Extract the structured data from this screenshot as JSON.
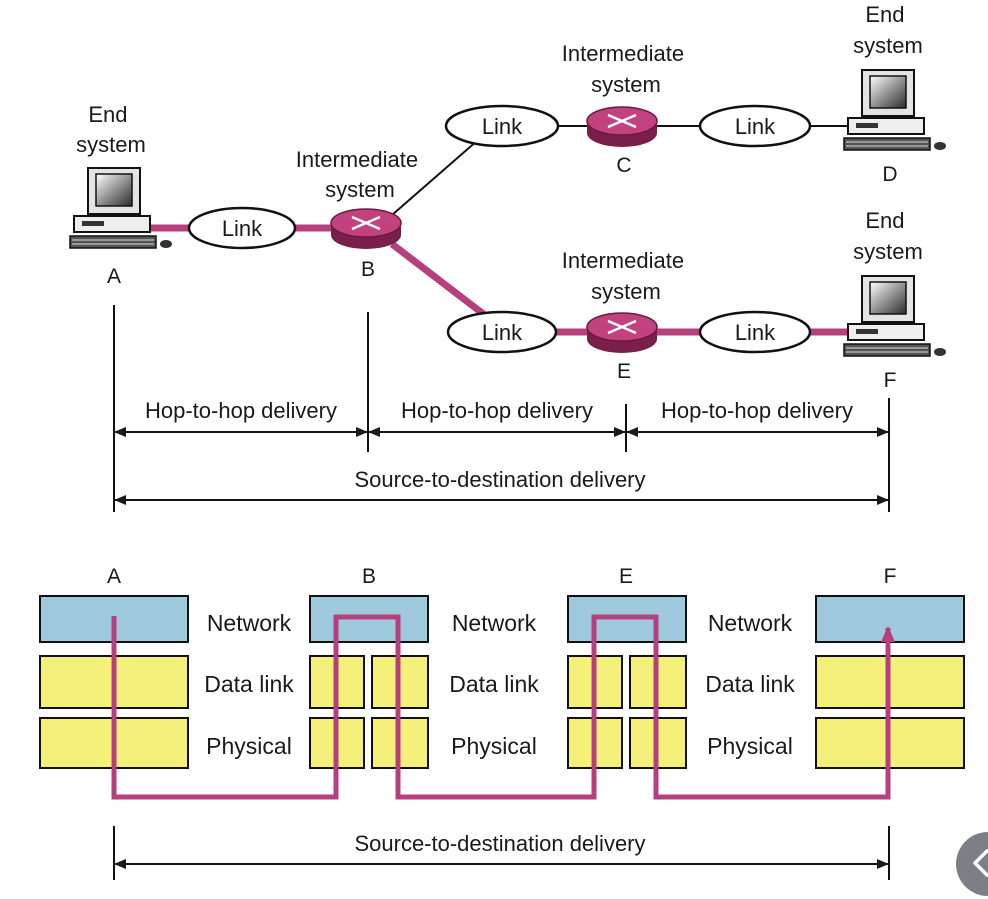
{
  "nodes": {
    "A": {
      "id": "A",
      "role": "End\nsystem"
    },
    "B": {
      "id": "B",
      "role": "Intermediate\nsystem"
    },
    "C": {
      "id": "C",
      "role": "Intermediate\nsystem"
    },
    "D": {
      "id": "D",
      "role": "End\nsystem"
    },
    "E": {
      "id": "E",
      "role": "Intermediate\nsystem"
    },
    "F": {
      "id": "F",
      "role": "End\nsystem"
    }
  },
  "link_label": "Link",
  "hops": [
    "Hop-to-hop delivery",
    "Hop-to-hop delivery",
    "Hop-to-hop delivery"
  ],
  "source_to_destination": "Source-to-destination delivery",
  "stack": {
    "headers": [
      "A",
      "B",
      "E",
      "F"
    ],
    "layers": [
      "Network",
      "Data link",
      "Physical"
    ]
  },
  "colors": {
    "active_path": "#b5407d",
    "router_fill": "#c1427f",
    "network_layer": "#9fc9dc",
    "lower_layers": "#f5f07a",
    "nav_button": "#7c7f86"
  },
  "icons": {
    "end_system": "computer-icon",
    "intermediate_system": "router-icon",
    "nav": "chevron-left-icon"
  }
}
